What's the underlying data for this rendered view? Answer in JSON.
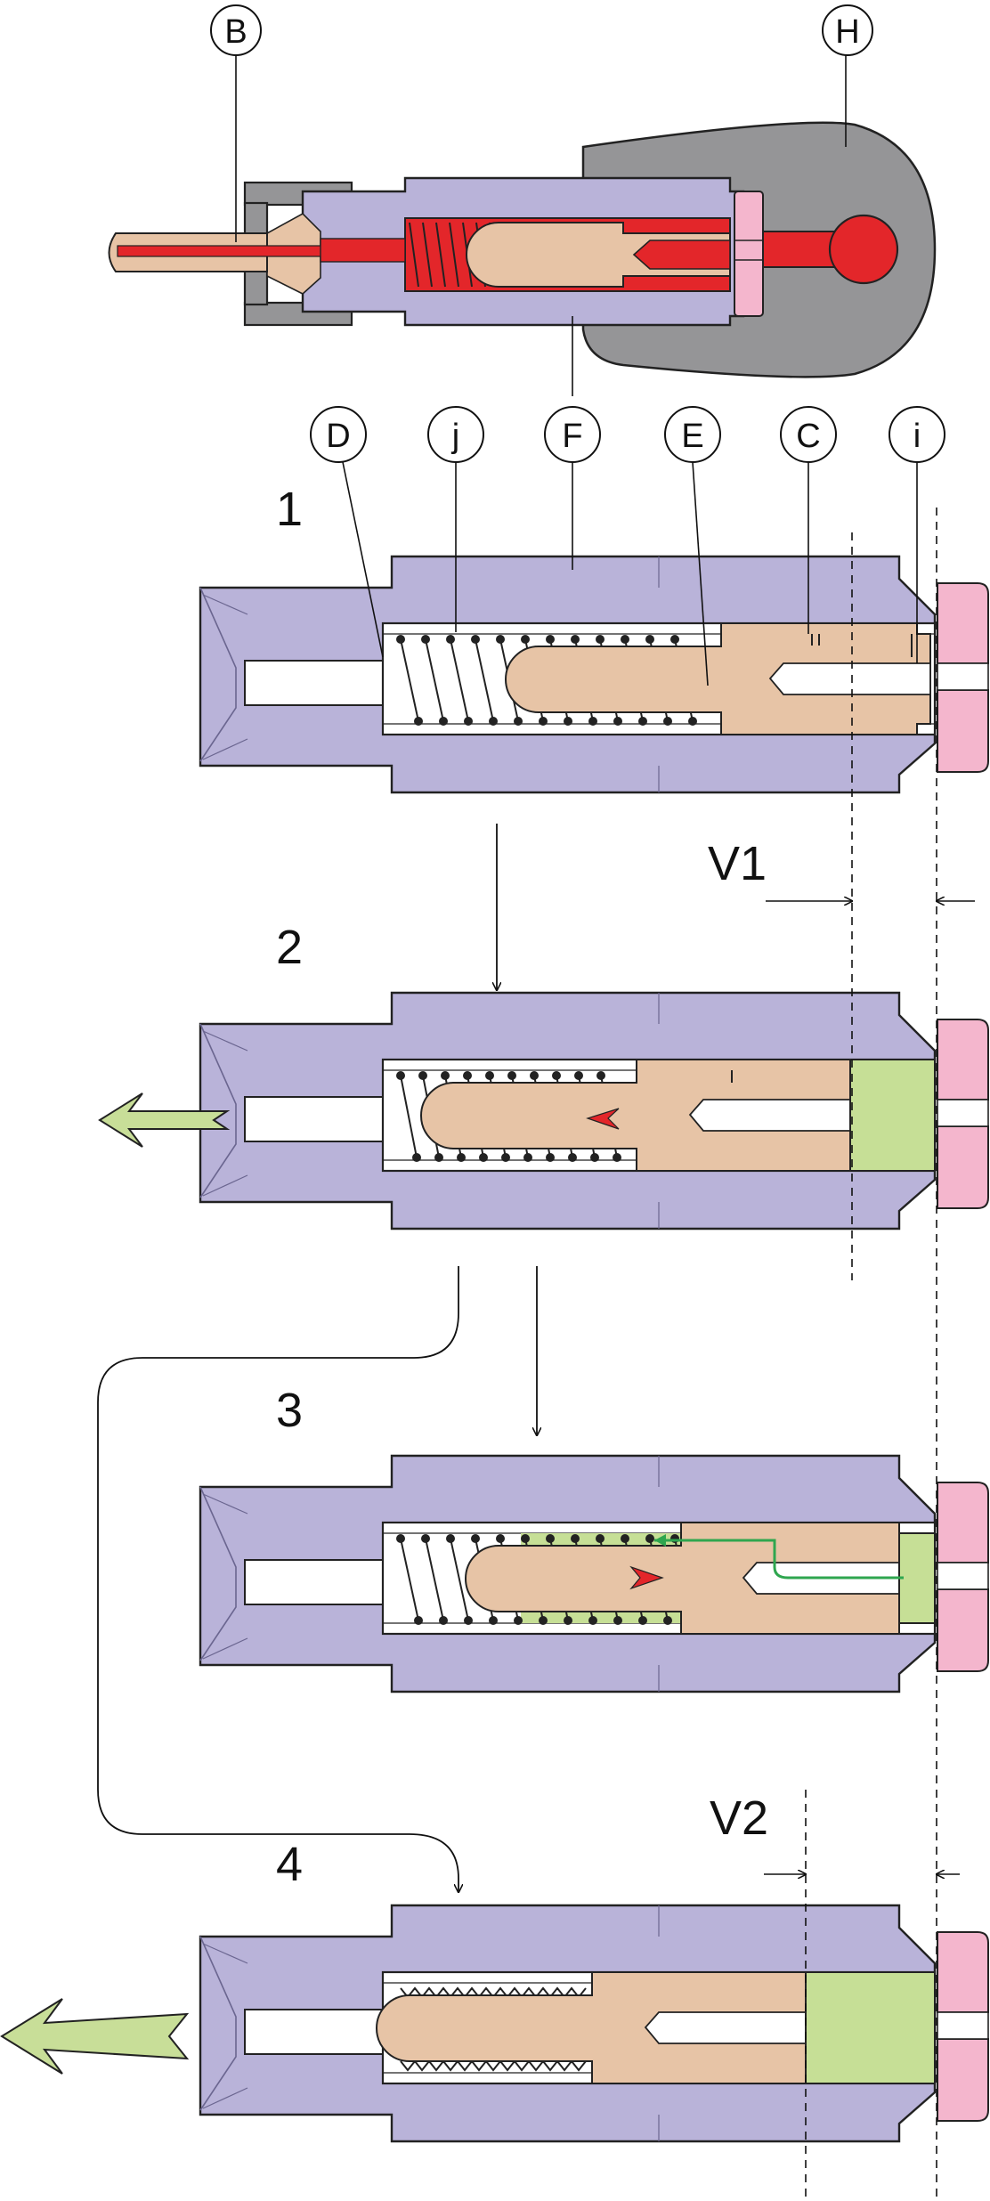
{
  "callouts": {
    "B": "B",
    "H": "H",
    "D": "D",
    "j": "j",
    "F": "F",
    "E": "E",
    "C": "C",
    "i": "i"
  },
  "steps": [
    "1",
    "2",
    "3",
    "4"
  ],
  "dimensions": {
    "v1": "V1",
    "v2": "V2"
  },
  "colors": {
    "body": "#b9b3d9",
    "cap": "#f4b6cd",
    "piston": "#e7c4a6",
    "fluid": "#c6df96",
    "handle": "#959597",
    "red": "#e3262a",
    "arrow_fill": "#c8de98",
    "line": "#111111"
  }
}
